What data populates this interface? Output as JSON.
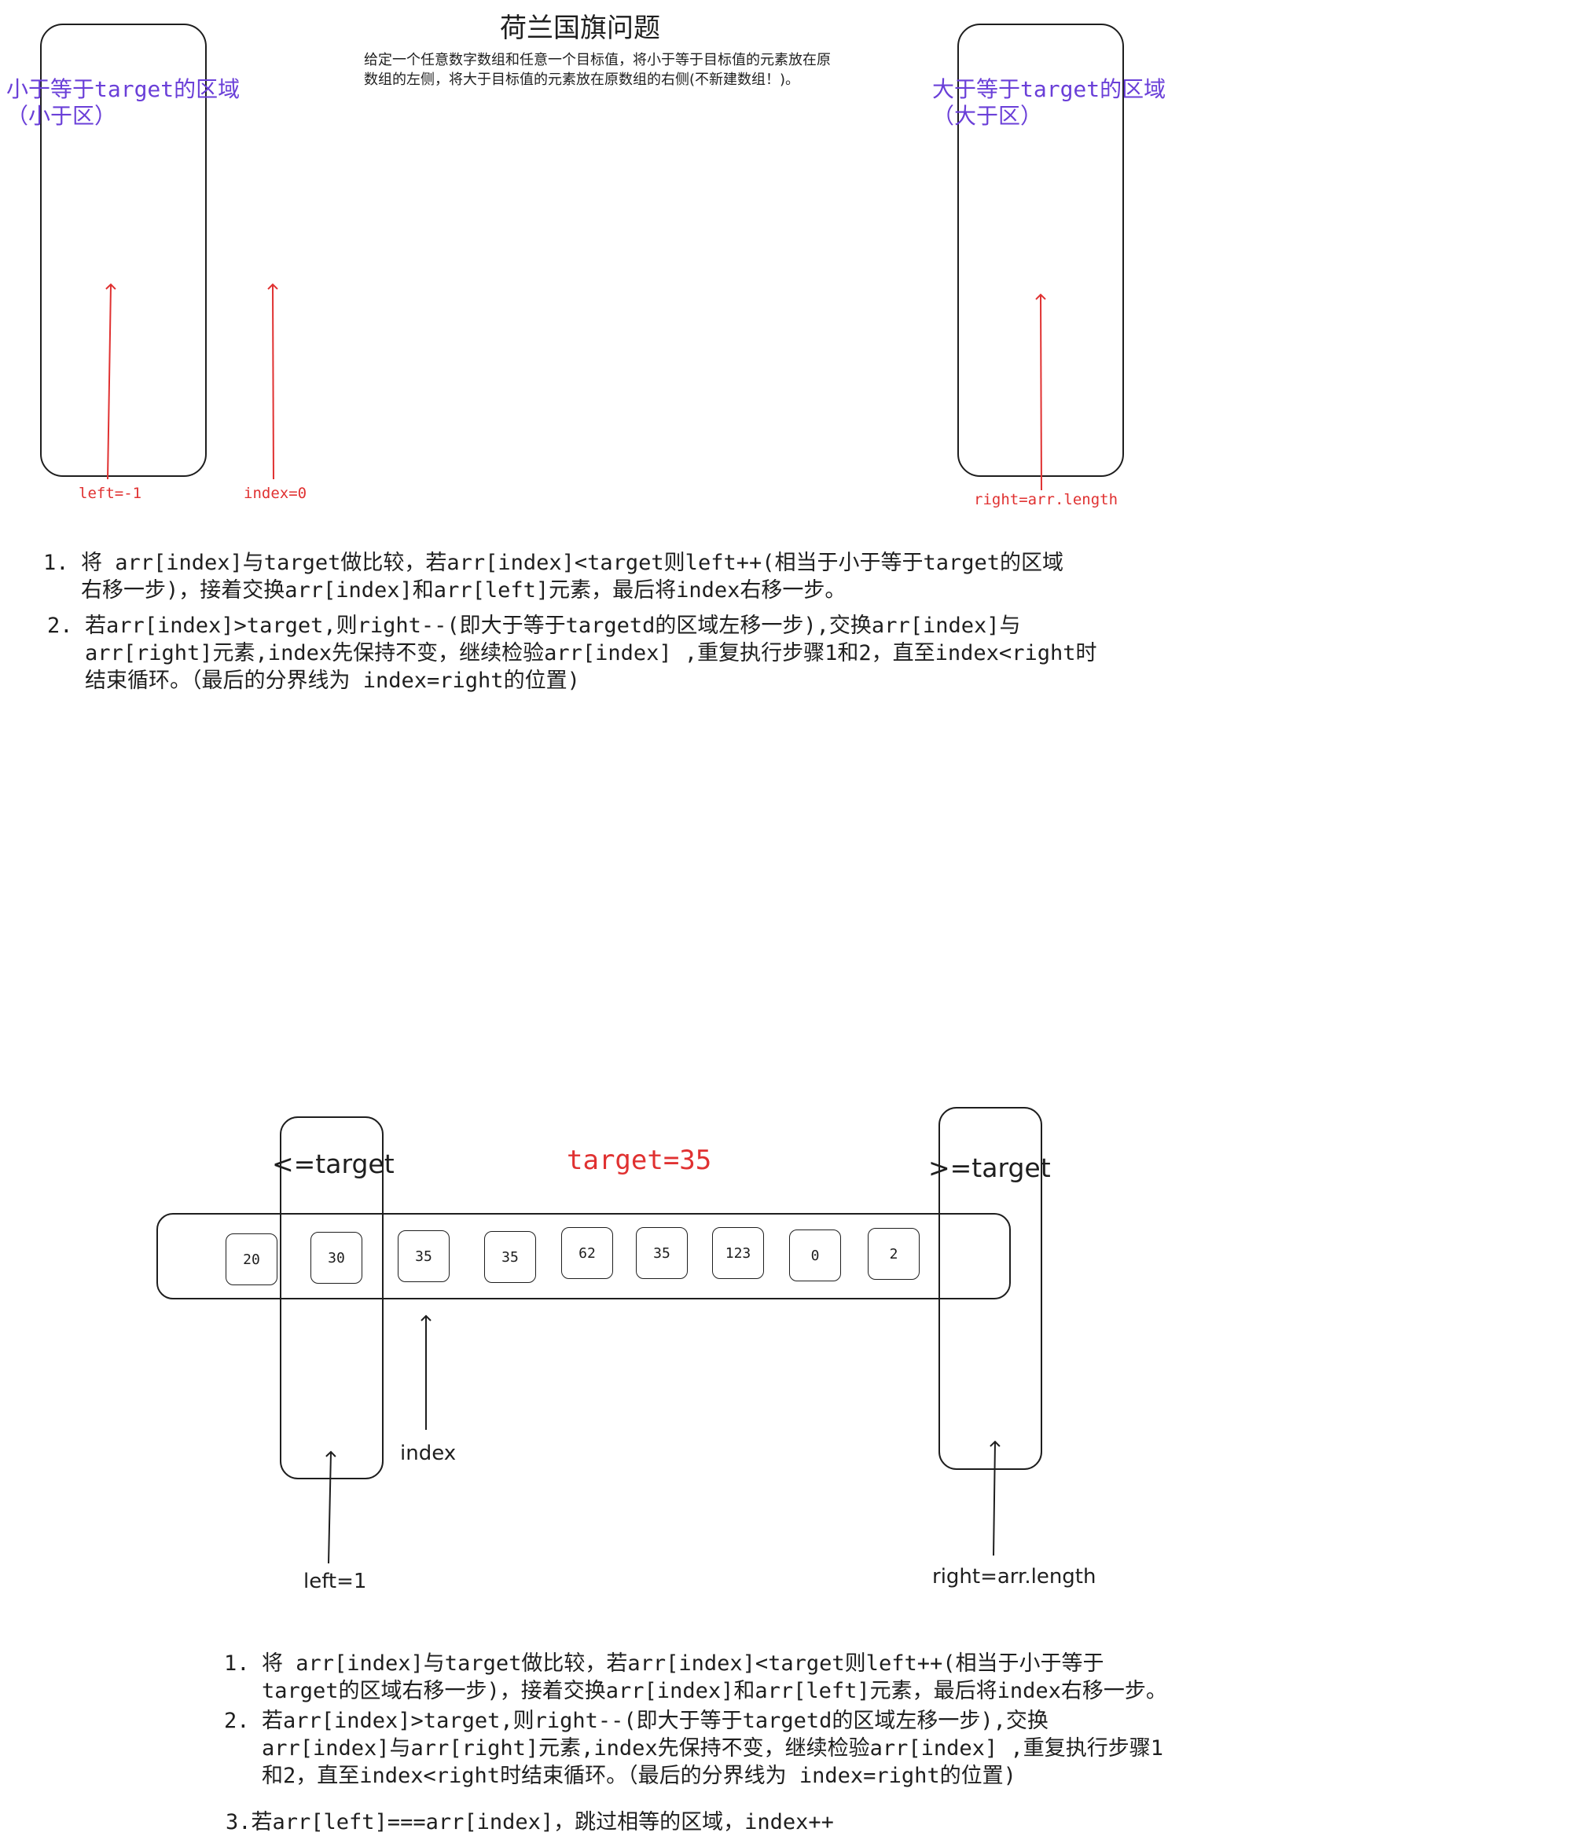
{
  "title": "荷兰国旗问题",
  "description": "给定一个任意数字数组和任意一个目标值，将小于等于目标值的元素放在原数组的左侧，将大于目标值的元素放在原数组的右侧(不新建数组！)。",
  "top_diagram": {
    "left_zone_label_line1": "小于等于target的区域",
    "left_zone_label_line2": "（小于区）",
    "right_zone_label_line1": "大于等于target的区域",
    "right_zone_label_line2": "（大于区）",
    "left_pointer": "left=-1",
    "index_pointer": "index=0",
    "right_pointer": "right=arr.length",
    "accent_color": "#e03131",
    "zone_label_color": "#6a3fd8"
  },
  "steps_top": [
    {
      "num": "1.",
      "text": "将 arr[index]与target做比较，若arr[index]<target则left++(相当于小于等于target的区域右移一步)，接着交换arr[index]和arr[left]元素，最后将index右移一步。"
    },
    {
      "num": "2.",
      "text": "若arr[index]>target,则right--(即大于等于targetd的区域左移一步),交换arr[index]与arr[right]元素,index先保持不变，继续检验arr[index] ,重复执行步骤1和2，直至index<right时结束循环。（最后的分界线为 index=right的位置)"
    }
  ],
  "bottom_diagram": {
    "left_zone_label": "<=target",
    "right_zone_label": ">=target",
    "target_label": "target=35",
    "array_values": [
      "20",
      "30",
      "35",
      "35",
      "62",
      "35",
      "123",
      "0",
      "2"
    ],
    "index_label": "index",
    "left_label": "left=1",
    "right_label": "right=arr.length"
  },
  "steps_bottom": [
    {
      "num": "1.",
      "text": "将 arr[index]与target做比较，若arr[index]<target则left++(相当于小于等于target的区域右移一步)，接着交换arr[index]和arr[left]元素，最后将index右移一步。"
    },
    {
      "num": "2.",
      "text": "若arr[index]>target,则right--(即大于等于targetd的区域左移一步),交换arr[index]与arr[right]元素,index先保持不变，继续检验arr[index] ,重复执行步骤1和2，直至index<right时结束循环。（最后的分界线为 index=right的位置)"
    }
  ],
  "step3": "3.若arr[left]===arr[index]，跳过相等的区域，index++"
}
